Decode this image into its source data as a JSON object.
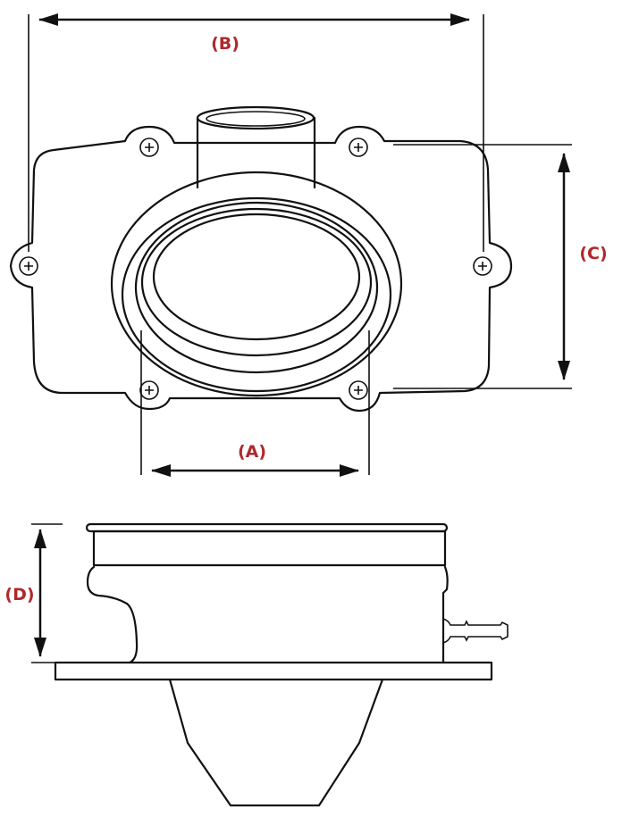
{
  "labels": {
    "a": "(A)",
    "b": "(B)",
    "c": "(C)",
    "d": "(D)"
  },
  "colors": {
    "label": "#b0282b",
    "line": "#111111"
  }
}
